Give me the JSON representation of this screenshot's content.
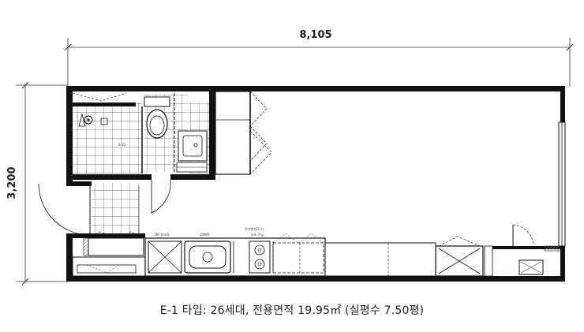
{
  "dimensions": {
    "width": "8,105",
    "height": "3,200"
  },
  "labels": {
    "kitchen_label_1": "DR 씽크대",
    "kitchen_label_2": "DW/R.",
    "kitchen_label_3": "전기렌지(2구)",
    "kitchen_label_4": "보조 수납",
    "drain_label": "S-10"
  },
  "caption": "E-1 타입: 26세대, 전용면적 19.95㎡ (실평수 7.50평)"
}
